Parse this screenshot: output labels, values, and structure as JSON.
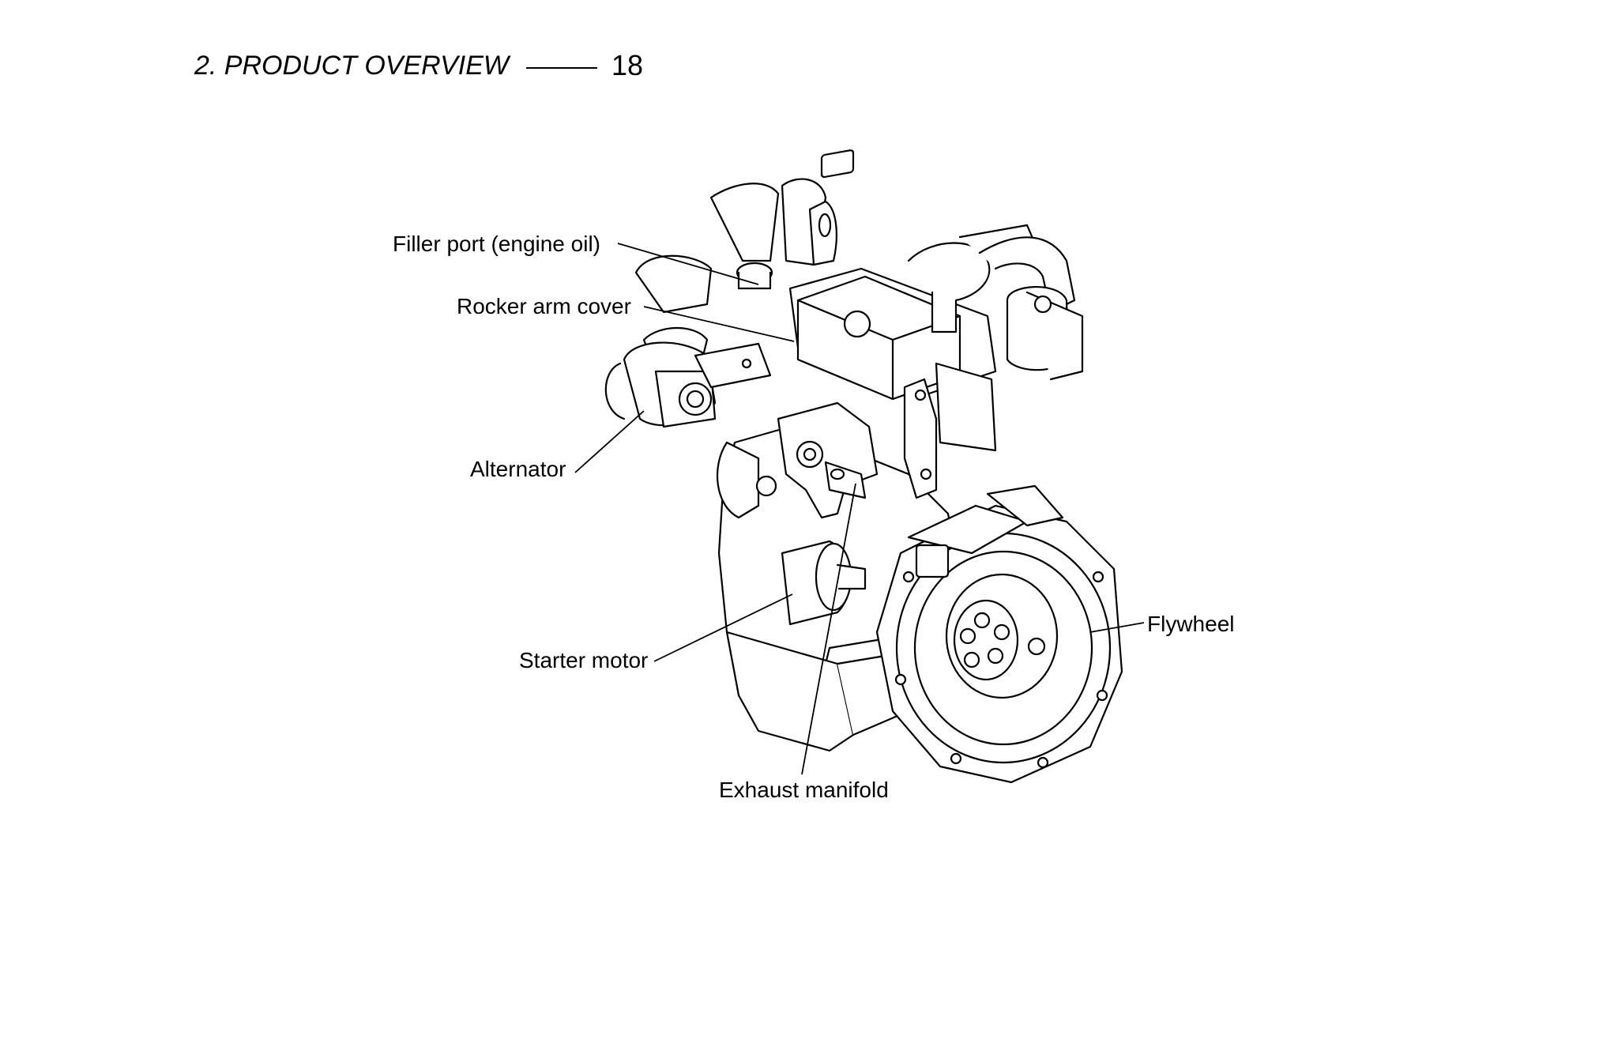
{
  "header": {
    "section": "2. PRODUCT OVERVIEW",
    "page_number": "18"
  },
  "figure": {
    "icon": "engine-illustration",
    "callouts": {
      "filler_port": "Filler port (engine oil)",
      "rocker_arm_cover": "Rocker arm cover",
      "alternator": "Alternator",
      "starter_motor": "Starter motor",
      "exhaust_manifold": "Exhaust manifold",
      "flywheel": "Flywheel"
    }
  }
}
